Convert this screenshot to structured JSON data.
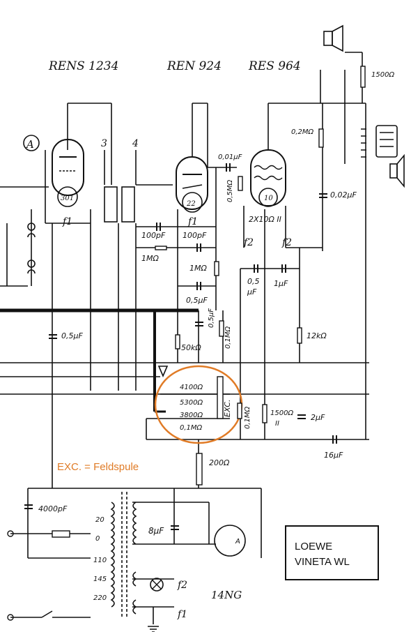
{
  "tubes": {
    "left": {
      "title": "RENS 1234",
      "socket": "301",
      "fil": "f1"
    },
    "mid": {
      "title": "REN 924",
      "socket": "22",
      "fil": "f1"
    },
    "right": {
      "title": "RES 964",
      "socket": "10",
      "fil_a": "f2",
      "fil_b": "f2"
    }
  },
  "markers": {
    "a": "A",
    "coil3": "3",
    "coil4": "4"
  },
  "components": {
    "c_100p_a": "100pF",
    "c_100p_b": "100pF",
    "r_1m_a": "1MΩ",
    "r_1m_b": "1MΩ",
    "c_05_a": "0,5μF",
    "c_05_b": "0,5μF",
    "c_05_c": "0,5μF",
    "c_05_d": "0,5",
    "c_05_d_unit": "μF",
    "c_1u": "1μF",
    "c_001": "0,01μF",
    "r_05m": "0,5MΩ",
    "r_02m": "0,2MΩ",
    "c_002": "0,02μF",
    "r_2x10": "2X10Ω II",
    "r_1500_top": "1500Ω",
    "r_01m_a": "0,1MΩ",
    "r_01m_b": "0,1MΩ",
    "r_50k": "50kΩ",
    "r_12k": "12kΩ",
    "r_4100": "4100Ω",
    "r_5300": "5300Ω",
    "r_3800": "3800Ω",
    "r_01m_c": "0,1MΩ",
    "exc": "EXC.",
    "r_1500_b": "1500Ω",
    "roman_2": "II",
    "c_2u": "2μF",
    "c_16u": "16μF",
    "r_200": "200Ω",
    "c_4000p": "4000pF",
    "c_8u": "8μF",
    "meter": "A",
    "taps": [
      "20",
      "0",
      "110",
      "145",
      "220"
    ],
    "lamp_f": "f2",
    "fil_f": "f1",
    "rect": "14NG"
  },
  "note": "EXC. = Feldspule",
  "title_box": {
    "line1": "LOEWE",
    "line2": "VINETA WL"
  },
  "colors": {
    "ink": "#111111",
    "highlight": "#e07b26"
  }
}
